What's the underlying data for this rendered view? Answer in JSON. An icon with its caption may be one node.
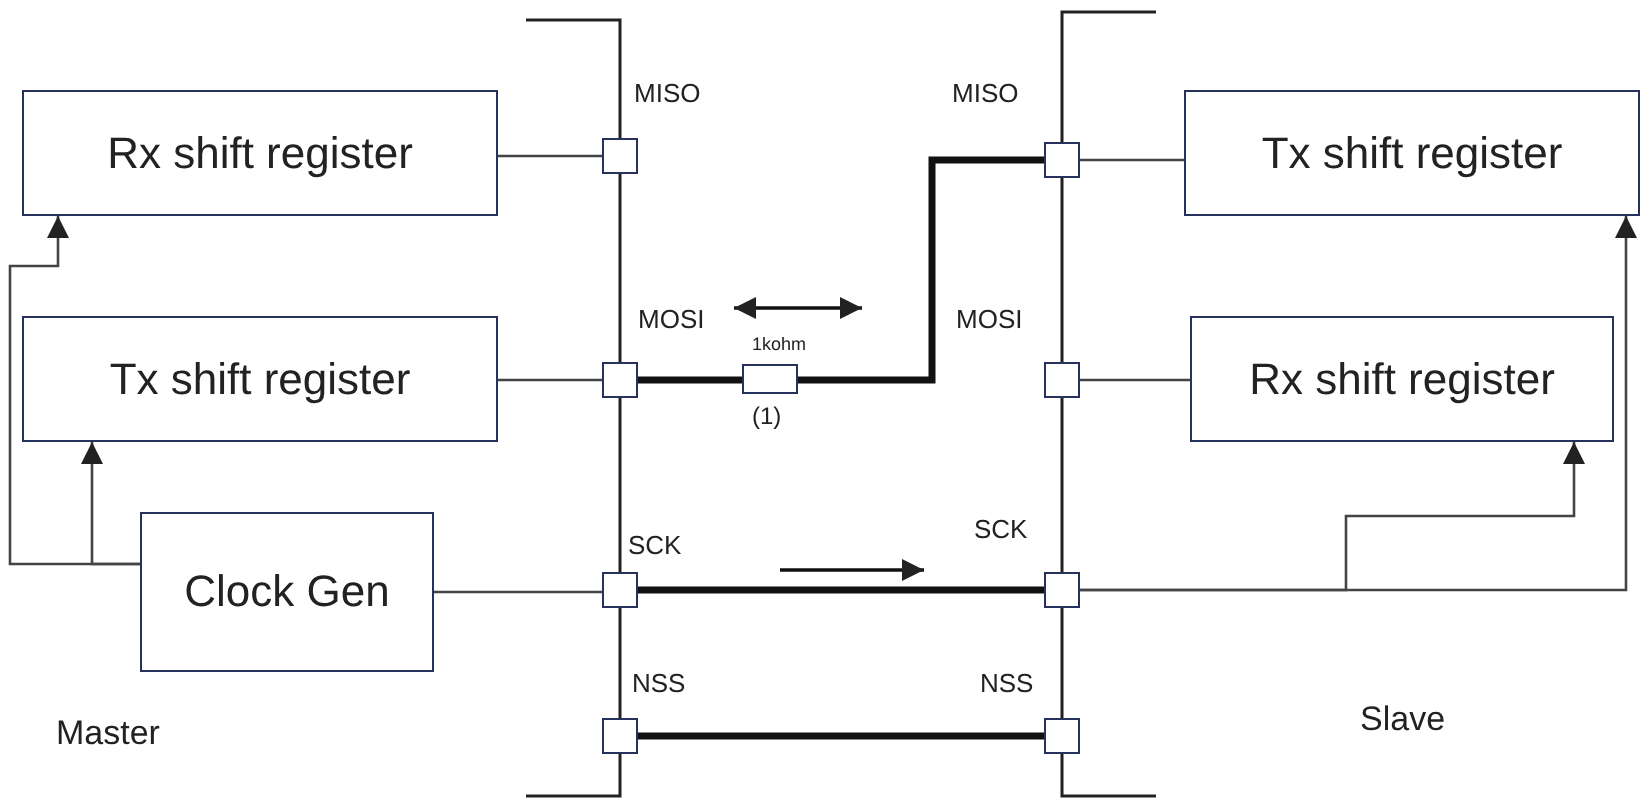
{
  "diagram": {
    "nodes": [
      {
        "text": [
          "Rx shift register"
        ]
      },
      {
        "text": [
          "Tx shift register"
        ]
      },
      {
        "text": [
          "Clock Gen"
        ]
      },
      {
        "text": [],
        "shape": "box",
        "beside": [
          "MISO"
        ]
      },
      {
        "text": [],
        "shape": "box",
        "beside": [
          "MOSI"
        ]
      },
      {
        "text": [],
        "shape": "box",
        "beside": [
          "SCK"
        ]
      },
      {
        "text": [],
        "shape": "box",
        "beside": [
          "NSS"
        ]
      },
      {
        "text": [],
        "shape": "box",
        "beside": [
          "1kohm",
          "(1)"
        ]
      },
      {
        "text": [],
        "shape": "box",
        "beside": [
          "MISO"
        ]
      },
      {
        "text": [],
        "shape": "box",
        "beside": [
          "MOSI"
        ]
      },
      {
        "text": [],
        "shape": "box",
        "beside": [
          "SCK"
        ]
      },
      {
        "text": [],
        "shape": "box",
        "beside": [
          "NSS"
        ]
      },
      {
        "text": [
          "Tx shift register"
        ]
      },
      {
        "text": [
          "Rx shift register"
        ]
      }
    ],
    "edges": [
      {
        "from": 0,
        "to": 3,
        "arrow": "none"
      },
      {
        "from": 1,
        "to": 4,
        "arrow": "none"
      },
      {
        "from": 2,
        "to": 5,
        "arrow": "none"
      },
      {
        "from": 2,
        "to": 0,
        "arrow": "to"
      },
      {
        "from": 2,
        "to": 1,
        "arrow": "to"
      },
      {
        "from": 4,
        "to": 7,
        "arrow": "none",
        "style": "thick"
      },
      {
        "from": 7,
        "to": 8,
        "arrow": "none",
        "style": "thick"
      },
      {
        "from": 5,
        "to": 10,
        "arrow": "none",
        "style": "thick"
      },
      {
        "from": 6,
        "to": 11,
        "arrow": "none",
        "style": "thick"
      },
      {
        "from": 8,
        "to": 12,
        "arrow": "none"
      },
      {
        "from": 9,
        "to": 13,
        "arrow": "none"
      },
      {
        "from": 10,
        "to": 12,
        "arrow": "to"
      },
      {
        "from": 10,
        "to": 13,
        "arrow": "to"
      }
    ],
    "labels": [
      "Master",
      "Slave"
    ]
  }
}
